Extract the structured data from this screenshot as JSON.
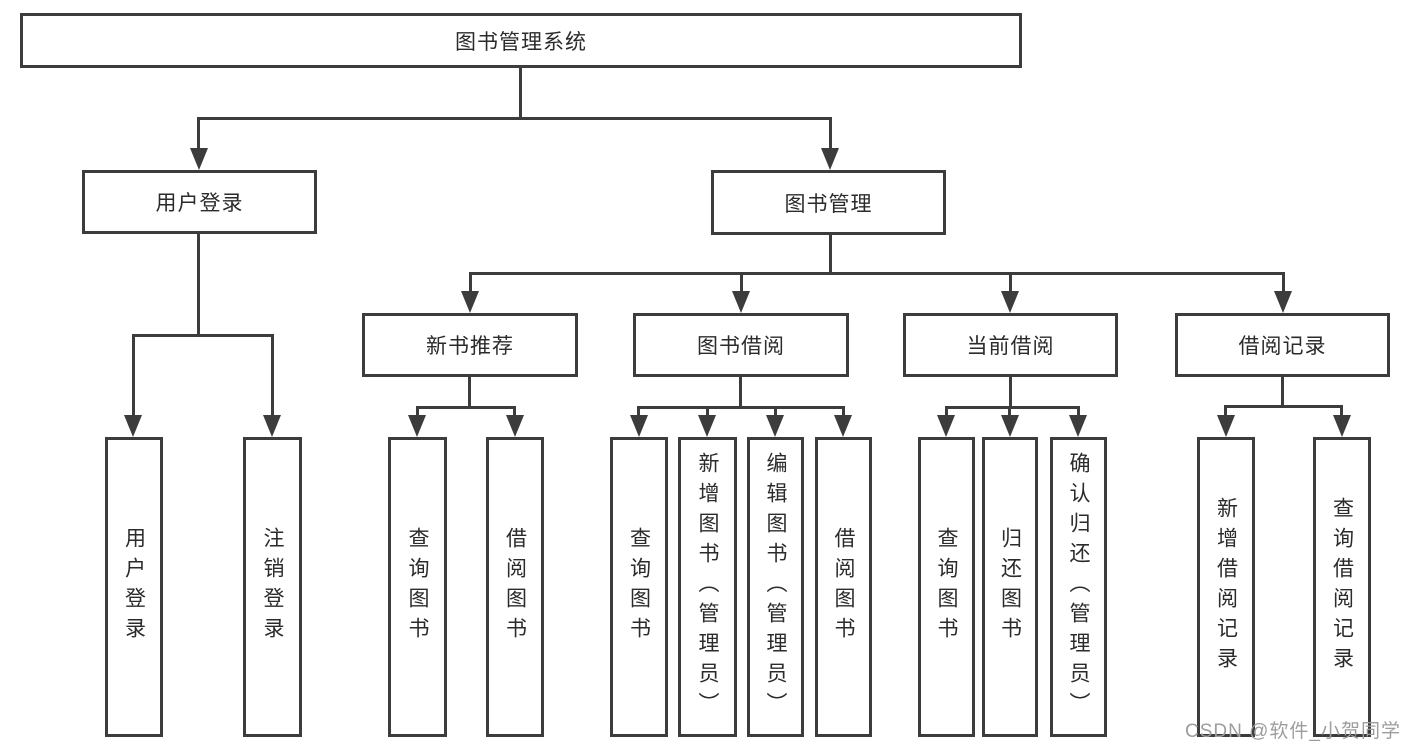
{
  "diagram": {
    "root": {
      "label": "图书管理系统"
    },
    "branches": [
      {
        "label": "用户登录",
        "children": [
          "用户登录",
          "注销登录"
        ]
      },
      {
        "label": "图书管理",
        "modules": [
          {
            "label": "新书推荐",
            "children": [
              "查询图书",
              "借阅图书"
            ]
          },
          {
            "label": "图书借阅",
            "children": [
              "查询图书",
              "新增图书（管理员）",
              "编辑图书（管理员）",
              "借阅图书"
            ]
          },
          {
            "label": "当前借阅",
            "children": [
              "查询图书",
              "归还图书",
              "确认归还（管理员）"
            ]
          },
          {
            "label": "借阅记录",
            "children": [
              "新增借阅记录",
              "查询借阅记录"
            ]
          }
        ]
      }
    ]
  },
  "watermark": {
    "text": "CSDN @软件_小贺同学"
  },
  "colors": {
    "line": "#3c3c3c",
    "text": "#2b2b2b",
    "watermark": "#9d9d9d",
    "background": "#ffffff"
  }
}
